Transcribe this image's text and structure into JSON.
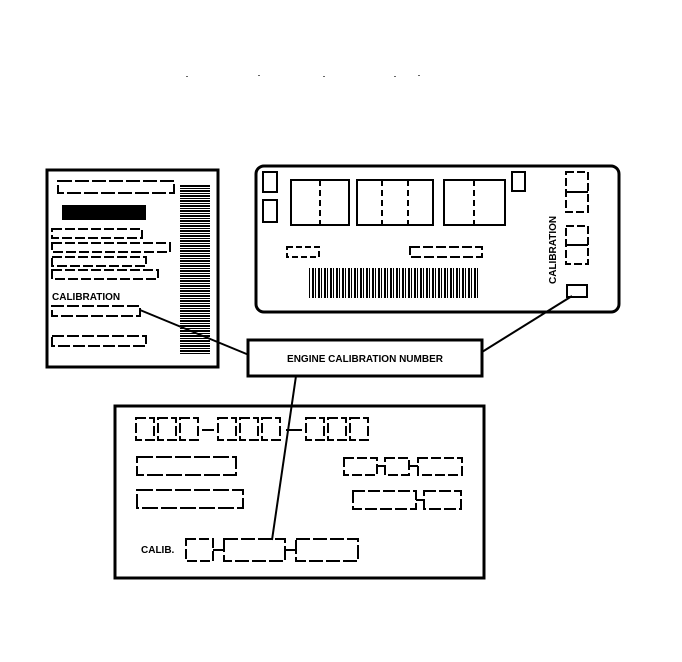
{
  "labels": {
    "callout": "ENGINE CALIBRATION NUMBER",
    "left_calibration": "CALIBRATION",
    "right_calibration": "CALIBRATION",
    "bottom_calib": "CALIB."
  }
}
